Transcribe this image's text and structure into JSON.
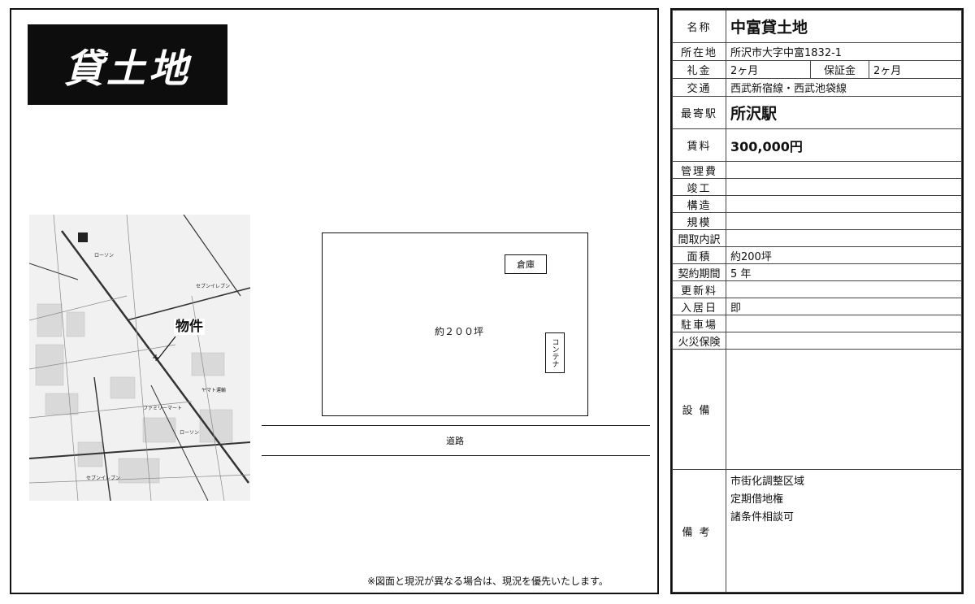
{
  "banner": {
    "title": "貸土地"
  },
  "map": {
    "label": "物件",
    "places": [
      "ローソン",
      "セブンイレブン",
      "ヤマト運輸",
      "ローソン",
      "セブンイレブン",
      "ファミリーマート"
    ]
  },
  "plan": {
    "area_label": "約２００坪",
    "warehouse": "倉庫",
    "container": "コンテナ",
    "road": "道路"
  },
  "note": "※図面と現況が異なる場合は、現況を優先いたします。",
  "info": {
    "name": {
      "label": "名称",
      "value": "中富貸土地"
    },
    "address": {
      "label": "所在地",
      "value": "所沢市大字中富1832-1"
    },
    "key_money": {
      "label": "礼金",
      "value": "2ヶ月"
    },
    "deposit": {
      "label": "保証金",
      "value": "2ヶ月"
    },
    "transport": {
      "label": "交通",
      "value": "西武新宿線・西武池袋線"
    },
    "station": {
      "label": "最寄駅",
      "value": "所沢駅"
    },
    "rent": {
      "label": "賃料",
      "value": "300,000円"
    },
    "management": {
      "label": "管理費",
      "value": ""
    },
    "completion": {
      "label": "竣工",
      "value": ""
    },
    "structure": {
      "label": "構造",
      "value": ""
    },
    "scale": {
      "label": "規模",
      "value": ""
    },
    "layout": {
      "label": "間取内訳",
      "value": ""
    },
    "area": {
      "label": "面積",
      "value": "約200坪"
    },
    "contract": {
      "label": "契約期間",
      "value": "5 年"
    },
    "renewal": {
      "label": "更新料",
      "value": ""
    },
    "move_in": {
      "label": "入居日",
      "value": "即"
    },
    "parking": {
      "label": "駐車場",
      "value": ""
    },
    "insurance": {
      "label": "火災保険",
      "value": ""
    },
    "facilities": {
      "label": "設備",
      "value": ""
    },
    "remarks": {
      "label": "備考",
      "lines": [
        "市街化調整区域",
        "定期借地権",
        "諸条件相談可"
      ]
    }
  }
}
